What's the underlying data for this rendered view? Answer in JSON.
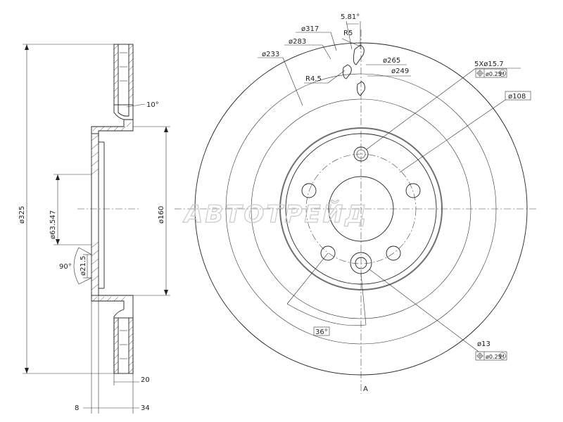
{
  "side_view": {
    "dia_outer": "ø325",
    "dia_hub": "ø160",
    "dia_center_bore": "ø63.547",
    "dia_small": "ø21.5",
    "angle_chamfer": "90°",
    "angle_vent": "10°",
    "thickness_disc": "20",
    "overall_height": "34",
    "hat_thickness": "8"
  },
  "front_view": {
    "dia_233": "ø233",
    "dia_283": "ø283",
    "dia_317": "ø317",
    "angle_slot": "5.81°",
    "radius_r5": "R5",
    "radius_r45": "R4.5",
    "dia_265": "ø265",
    "dia_249": "ø249",
    "bolt_holes": "5Xø15.7",
    "tol_bolt": "ø0.25",
    "tol_bolt_m": "M",
    "pcd": "ø108",
    "hole_angle": "36°",
    "small_hole": "ø13",
    "tol_small": "ø0.25",
    "tol_small_m": "M",
    "section_label": "A"
  },
  "watermark": "АВТОТРЕЙД"
}
